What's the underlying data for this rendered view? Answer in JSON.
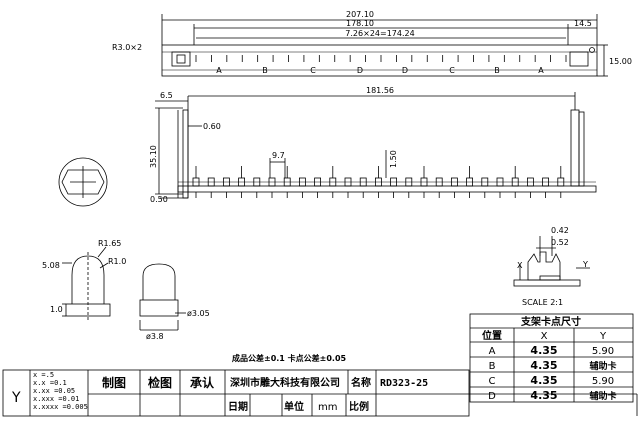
{
  "top_view": {
    "overall_length": "207.10",
    "pitch_length": "178.10",
    "pitch_formula": "7.26×24=174.24",
    "end_offset": "14.5",
    "height": "15.00",
    "hole_radius": "R3.0×2",
    "position_letters": [
      "A",
      "B",
      "C",
      "D",
      "D",
      "C",
      "B",
      "A"
    ]
  },
  "side_view": {
    "offset_left": "6.5",
    "length": "181.56",
    "height": "35.10",
    "thickness": "0.60",
    "base": "0.50",
    "tab_width": "9.7",
    "tab_height": "1.50"
  },
  "pin_view": {
    "r_top": "R1.65",
    "r_mid": "R1.0",
    "tip_height": "5.08",
    "base_height": "1.0",
    "body_width": "ø3.05",
    "base_width": "ø3.8"
  },
  "detail": {
    "dim_a": "0.42",
    "dim_b": "0.52",
    "x_label": "X",
    "y_label": "Y",
    "scale": "SCALE 2:1"
  },
  "spec_table": {
    "title": "支架卡点尺寸",
    "headers": [
      "位置",
      "X",
      "Y"
    ],
    "rows": [
      {
        "pos": "A",
        "x": "4.35",
        "y": "5.90"
      },
      {
        "pos": "B",
        "x": "4.35",
        "y": "辅助卡"
      },
      {
        "pos": "C",
        "x": "4.35",
        "y": "5.90"
      },
      {
        "pos": "D",
        "x": "4.35",
        "y": "辅助卡"
      }
    ]
  },
  "tolerance_note": "成品公差±0.1   卡点公差±0.05",
  "tolerances": [
    "x  =.5",
    "x.x  =0.1",
    "x.xx  =0.05",
    "x.xxx  =0.01",
    "x.xxxx  =0.005"
  ],
  "title_block": {
    "draw": "制图",
    "check": "检图",
    "approve": "承认",
    "company": "深圳市雕大科技有限公司",
    "name_label": "名称",
    "part_name": "RD323-25",
    "date_label": "日期",
    "unit_label": "单位",
    "unit_value": "mm",
    "scale_label": "比例"
  }
}
